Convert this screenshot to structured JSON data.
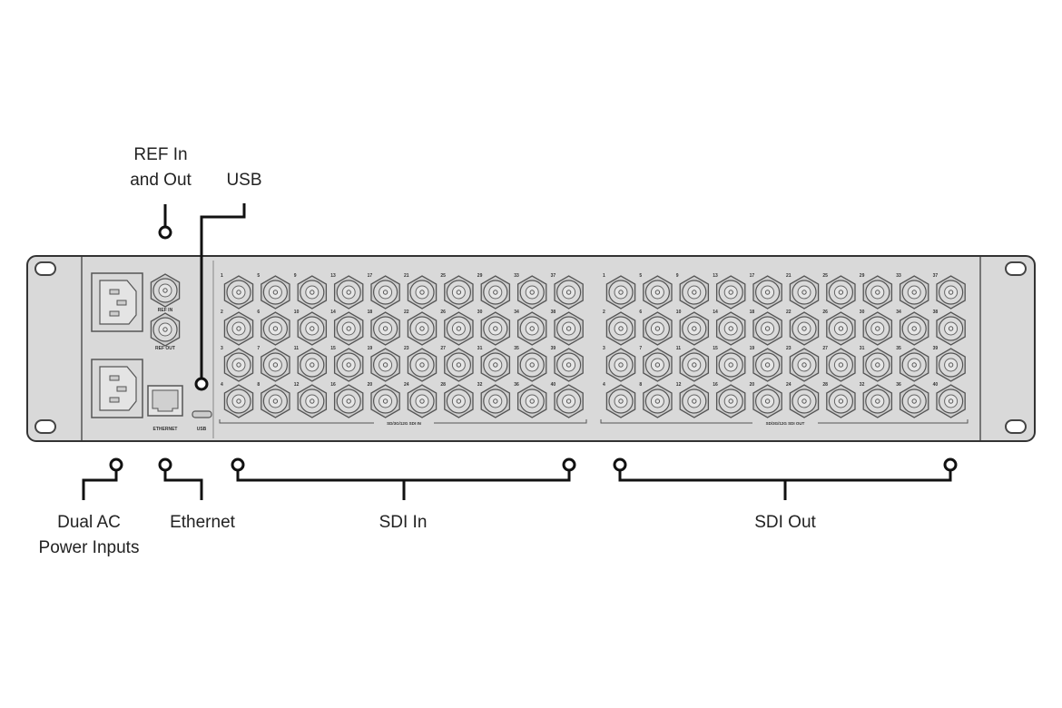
{
  "callouts": {
    "ref": "REF In\nand Out",
    "ref_line1": "REF In",
    "ref_line2": "and Out",
    "usb": "USB",
    "power_line1": "Dual AC",
    "power_line2": "Power Inputs",
    "ethernet": "Ethernet",
    "sdi_in": "SDI In",
    "sdi_out": "SDI Out"
  },
  "panel": {
    "ref_in": "REF IN",
    "ref_out": "REF OUT",
    "ethernet": "ETHERNET",
    "usb": "USB",
    "sdi_in_group": "SD/3G/12G SDI IN",
    "sdi_out_group": "SD/3G/12G SDI OUT",
    "sdi_in_count": 40,
    "sdi_out_count": 40
  },
  "colors": {
    "panel": "#d9d9d9",
    "stroke": "#555555",
    "callout": "#111111"
  }
}
